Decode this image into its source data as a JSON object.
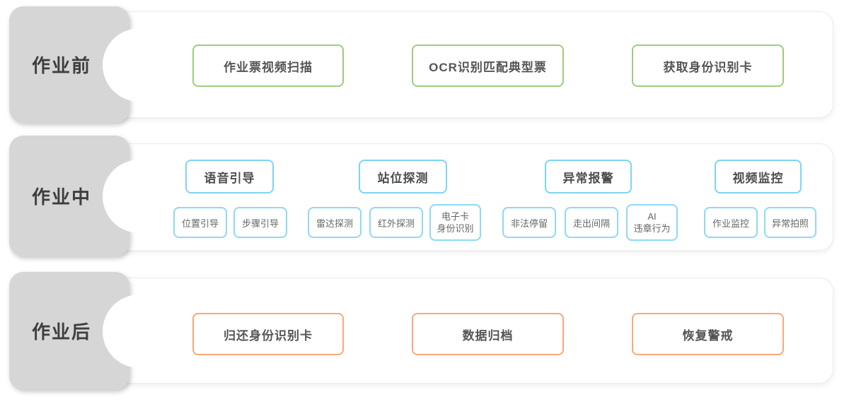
{
  "sections": [
    {
      "label": "作业前",
      "boxes": [
        "作业票视频扫描",
        "OCR识别匹配典型票",
        "获取身份识别卡"
      ]
    },
    {
      "label": "作业中",
      "groups": [
        {
          "header": "语音引导",
          "items": [
            "位置引导",
            "步骤引导"
          ]
        },
        {
          "header": "站位探测",
          "items": [
            "雷达探测",
            "红外探测"
          ],
          "stacked_item": {
            "line1": "电子卡",
            "line2": "身份识别"
          }
        },
        {
          "header": "异常报警",
          "items": [
            "非法停留",
            "走出间隔"
          ],
          "stacked_item": {
            "line1": "AI",
            "line2": "违章行为"
          }
        },
        {
          "header": "视频监控",
          "items": [
            "作业监控",
            "异常拍照"
          ]
        }
      ]
    },
    {
      "label": "作业后",
      "boxes": [
        "归还身份识别卡",
        "数据归档",
        "恢复警戒"
      ]
    }
  ],
  "colors": {
    "pre_phase_accent": "#9ccd7d",
    "mid_phase_accent": "#7ed3f5",
    "post_phase_accent": "#f9a877",
    "side_label_background": "#d6d6d6",
    "panel_border": "#ececec",
    "side_label_text": "#3e3e3e",
    "box_text": "#555555",
    "sub_box_text": "#666666"
  }
}
